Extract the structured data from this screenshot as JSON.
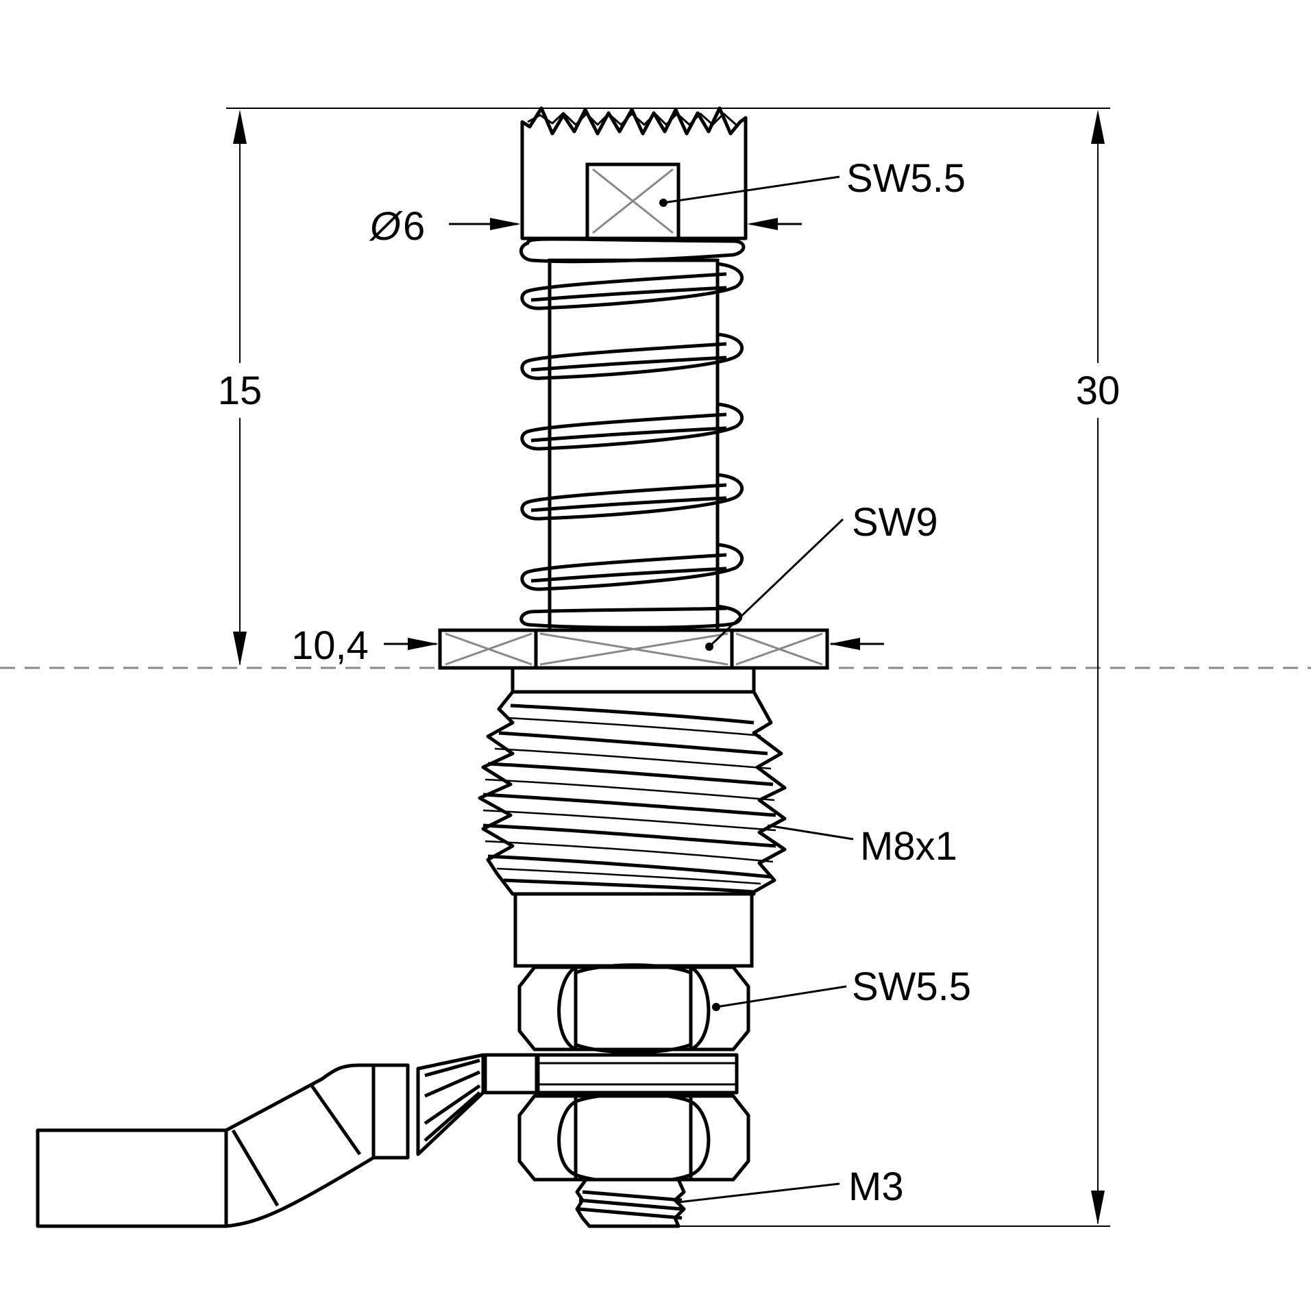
{
  "drawing": {
    "labels": {
      "wrench_size_top": "SW5.5",
      "diameter_symbol": "Ø",
      "diameter_value": "6",
      "wrench_size_collar": "SW9",
      "collar_diameter": "10,4",
      "thread_main": "M8x1",
      "wrench_size_nut": "SW5.5",
      "thread_tip": "M3"
    },
    "dimensions": {
      "upper_length": "15",
      "total_length": "30"
    }
  }
}
